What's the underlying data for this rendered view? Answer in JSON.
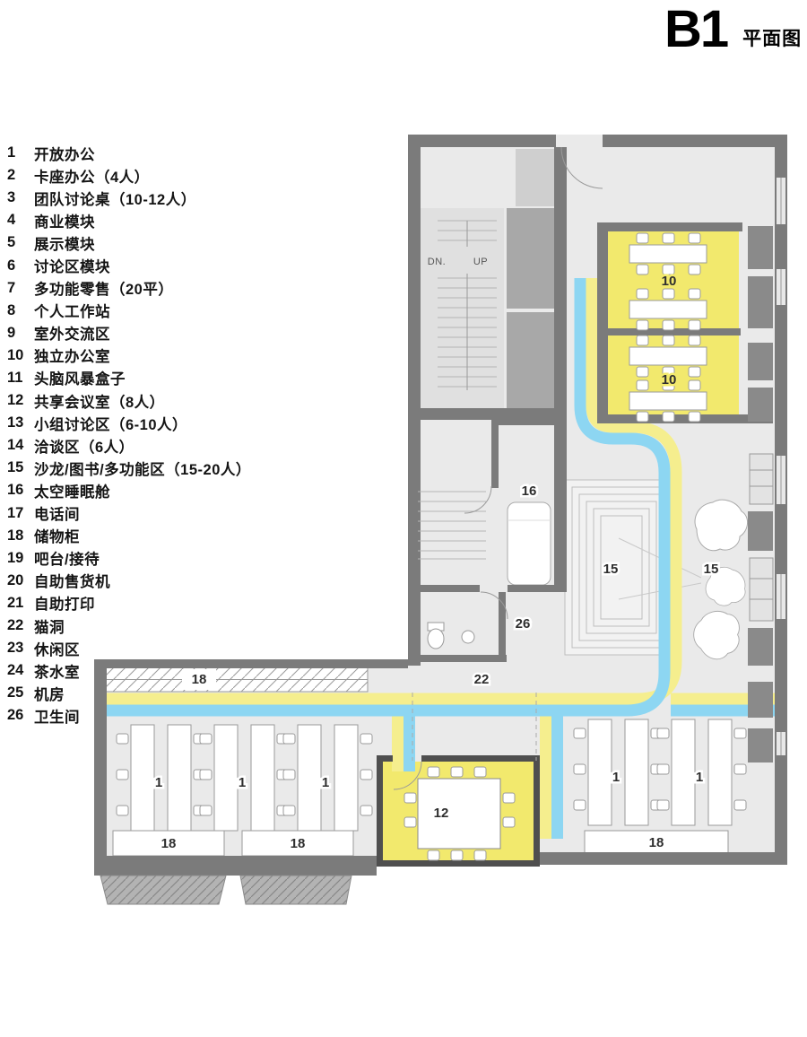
{
  "title": {
    "main": "B1",
    "sub": "平面图"
  },
  "legend": {
    "items": [
      {
        "num": "1",
        "label": "开放办公"
      },
      {
        "num": "2",
        "label": "卡座办公（4人）"
      },
      {
        "num": "3",
        "label": "团队讨论桌（10-12人）"
      },
      {
        "num": "4",
        "label": "商业模块"
      },
      {
        "num": "5",
        "label": "展示模块"
      },
      {
        "num": "6",
        "label": "讨论区模块"
      },
      {
        "num": "7",
        "label": "多功能零售（20平）"
      },
      {
        "num": "8",
        "label": "个人工作站"
      },
      {
        "num": "9",
        "label": "室外交流区"
      },
      {
        "num": "10",
        "label": "独立办公室"
      },
      {
        "num": "11",
        "label": "头脑风暴盒子"
      },
      {
        "num": "12",
        "label": "共享会议室（8人）"
      },
      {
        "num": "13",
        "label": "小组讨论区（6-10人）"
      },
      {
        "num": "14",
        "label": "洽谈区（6人）"
      },
      {
        "num": "15",
        "label": "沙龙/图书/多功能区（15-20人）"
      },
      {
        "num": "16",
        "label": "太空睡眠舱"
      },
      {
        "num": "17",
        "label": "电话间"
      },
      {
        "num": "18",
        "label": "储物柜"
      },
      {
        "num": "19",
        "label": "吧台/接待"
      },
      {
        "num": "20",
        "label": "自助售货机"
      },
      {
        "num": "21",
        "label": "自助打印"
      },
      {
        "num": "22",
        "label": "猫洞"
      },
      {
        "num": "23",
        "label": "休闲区"
      },
      {
        "num": "24",
        "label": "茶水室"
      },
      {
        "num": "25",
        "label": "机房"
      },
      {
        "num": "26",
        "label": "卫生间"
      }
    ]
  },
  "plan": {
    "labels": {
      "dn": "DN.",
      "up": "UP",
      "private_office": "10",
      "meeting_room": "12",
      "salon": "15",
      "sleep_pod": "16",
      "lockers": "18",
      "cat_hole": "22",
      "restroom": "26",
      "open_office": "1"
    }
  },
  "colors": {
    "wall": "#7b7b7b",
    "room_yellow": "#f2e96d",
    "path_yellow": "#f5ee8e",
    "path_blue": "#8dd6f2"
  }
}
